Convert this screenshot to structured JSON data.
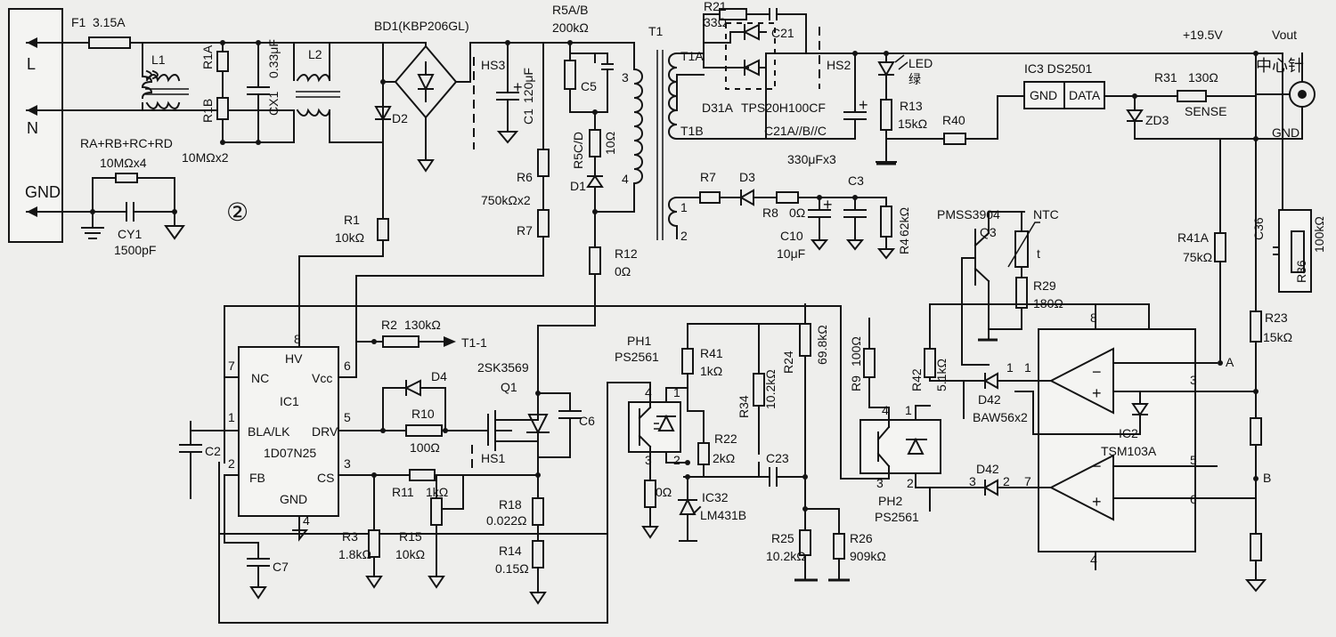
{
  "labels": {
    "fuse": "F1",
    "fuse_rating": "3.15A",
    "live": "L",
    "neutral": "N",
    "ground": "GND",
    "l1": "L1",
    "l2": "L2",
    "r1a": "R1A",
    "r1b": "R1B",
    "r1ab_value": "10MΩx2",
    "cx1": "CX1",
    "cx1_value": "0.33μF",
    "rarb": "RA+RB+RC+RD",
    "rarb_value": "10MΩx4",
    "cy1": "CY1",
    "cy1_value": "1500pF",
    "circled_2": "②",
    "bd1": "BD1(KBP206GL)",
    "d2": "D2",
    "r1": "R1",
    "r1_value": "10kΩ",
    "hs3": "HS3",
    "c1": "C1",
    "c1_value": "120μF",
    "r5ab": "R5A/B",
    "r5ab_value": "200kΩ",
    "c5": "C5",
    "r6": "R6",
    "r67_value": "750kΩx2",
    "r7a": "R7",
    "r5cd": "R5C/D",
    "r5cd_value": "10Ω",
    "d1": "D1",
    "r12": "R12",
    "r12_value": "0Ω",
    "t1": "T1",
    "pin3": "3",
    "pin4": "4",
    "pin1": "1",
    "pin2": "2",
    "r21": "R21",
    "r21_value": "33Ω",
    "c21": "C21",
    "hs2": "HS2",
    "t1a": "T1A",
    "t1b": "T1B",
    "d31a": "D31A",
    "tps": "TPS20H100CF",
    "c21abc": "C21A//B//C",
    "c21abc_value": "330μFx3",
    "led": "LED",
    "led_color": "绿",
    "r13": "R13",
    "r13_value": "15kΩ",
    "r40": "R40",
    "ic3": "IC3  DS2501",
    "ic3_gnd": "GND",
    "ic3_data": "DATA",
    "r31": "R31",
    "r31_value": "130Ω",
    "zd3": "ZD3",
    "sense": "SENSE",
    "v195": "+19.5V",
    "vout": "Vout",
    "center_pin": "中心针",
    "gnd_out": "GND",
    "r7b": "R7",
    "d3": "D3",
    "r8": "R8",
    "r8_value": "0Ω",
    "c3": "C3",
    "c10": "C10",
    "c10_value": "10μF",
    "r4": "R4",
    "r4_value": "62kΩ",
    "pmss": "PMSS3904",
    "q3": "Q3",
    "ntc": "NTC",
    "ntc_t": "t",
    "r29": "R29",
    "r29_value": "180Ω",
    "r41a": "R41A",
    "r41a_value": "75kΩ",
    "c36": "C36",
    "r36": "R36",
    "r36_value": "100kΩ",
    "r23": "R23",
    "r23_value": "15kΩ",
    "node_a": "A",
    "node_b": "B",
    "ic1": "IC1",
    "ic1_part": "1D07N25",
    "ic1_hv": "HV",
    "ic1_nc": "NC",
    "ic1_vcc": "Vcc",
    "ic1_blalk": "BLA/LK",
    "ic1_drv": "DRV",
    "ic1_fb": "FB",
    "ic1_cs": "CS",
    "ic1_gnd": "GND",
    "p8": "8",
    "p7": "7",
    "p6": "6",
    "p1": "1",
    "p5": "5",
    "p2": "2",
    "p3": "3",
    "p4": "4",
    "c2": "C2",
    "r2": "R2",
    "r2_value": "130kΩ",
    "t11": "T1-1",
    "d4": "D4",
    "r10": "R10",
    "r10_value": "100Ω",
    "r11": "R11",
    "r11_value": "1kΩ",
    "q1_part": "2SK3569",
    "q1": "Q1",
    "hs1": "HS1",
    "c6": "C6",
    "r3": "R3",
    "r3_value": "1.8kΩ",
    "r15": "R15",
    "r15_value": "10kΩ",
    "c7": "C7",
    "r18": "R18",
    "r18_value": "0.022Ω",
    "r14": "R14",
    "r14_value": "0.15Ω",
    "ph1": "PH1",
    "ph1_part": "PS2561",
    "zero_ohm": "0Ω",
    "r41": "R41",
    "r41_value": "1kΩ",
    "r34": "R34",
    "r22": "R22",
    "r22_value": "2kΩ",
    "ic32": "IC32",
    "ic32_part": "LM431B",
    "r24": "R24",
    "r24_value": "69.8kΩ",
    "r34_value": "10.2kΩ",
    "c23": "C23",
    "r25": "R25",
    "r25_value": "10.2kΩ",
    "r26": "R26",
    "r26_value": "909kΩ",
    "r9": "R9",
    "r9_value": "100Ω",
    "r42": "R42",
    "r42_value": "5.1kΩ",
    "ph2": "PH2",
    "ph2_part": "PS2561",
    "d42a": "D42",
    "baw": "BAW56x2",
    "d42b": "D42",
    "ic2": "IC2",
    "ic2_part": "TSM103A",
    "plus": "+",
    "minus": "−"
  },
  "colors": {
    "ink": "#141414",
    "paper": "#eeeeec",
    "ghost": "#b9b9b6"
  }
}
